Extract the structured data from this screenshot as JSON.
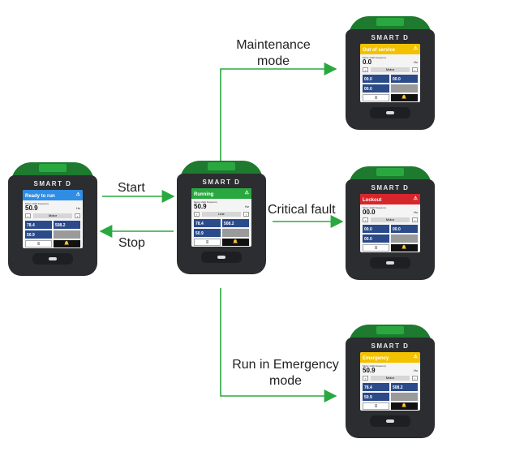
{
  "diagram": {
    "labels": {
      "start": "Start",
      "stop": "Stop",
      "maintenance": "Maintenance mode",
      "critical_fault": "Critical fault",
      "emergency": "Run in Emergency mode"
    },
    "edge_color": "#2aa840"
  },
  "devices": [
    {
      "brand": "SMART D",
      "status": "Ready to run",
      "status_color": "#2f8de4",
      "freq_label": "Motor shaft frequency",
      "freq": "50.9",
      "unit": "Hz",
      "nav": "Motor",
      "v1": "78.4",
      "v2": "508.2",
      "v3": "50.9"
    },
    {
      "brand": "SMART D",
      "status": "Running",
      "status_color": "#2aa840",
      "freq_label": "Motor shaft frequency",
      "freq": "50.9",
      "unit": "Hz",
      "nav": "Line",
      "v1": "78.4",
      "v2": "508.2",
      "v3": "50.9"
    },
    {
      "brand": "SMART D",
      "status": "Out of service",
      "status_color": "#f2c200",
      "freq_label": "Motor shaft frequency",
      "freq": "0.0",
      "unit": "Hz",
      "nav": "Motor",
      "v1": "00.0",
      "v2": "00.0",
      "v3": "00.0"
    },
    {
      "brand": "SMART D",
      "status": "Lockout",
      "status_color": "#d7262b",
      "freq_label": "Motor shaft frequency",
      "freq": "00.0",
      "unit": "Hz",
      "nav": "Motor",
      "v1": "00.0",
      "v2": "00.0",
      "v3": "00.0"
    },
    {
      "brand": "SMART D",
      "status": "Emergency",
      "status_color": "#f2c200",
      "freq_label": "Motor shaft frequency",
      "freq": "50.9",
      "unit": "Hz",
      "nav": "Motor",
      "v1": "78.4",
      "v2": "508.2",
      "v3": "50.9"
    }
  ]
}
